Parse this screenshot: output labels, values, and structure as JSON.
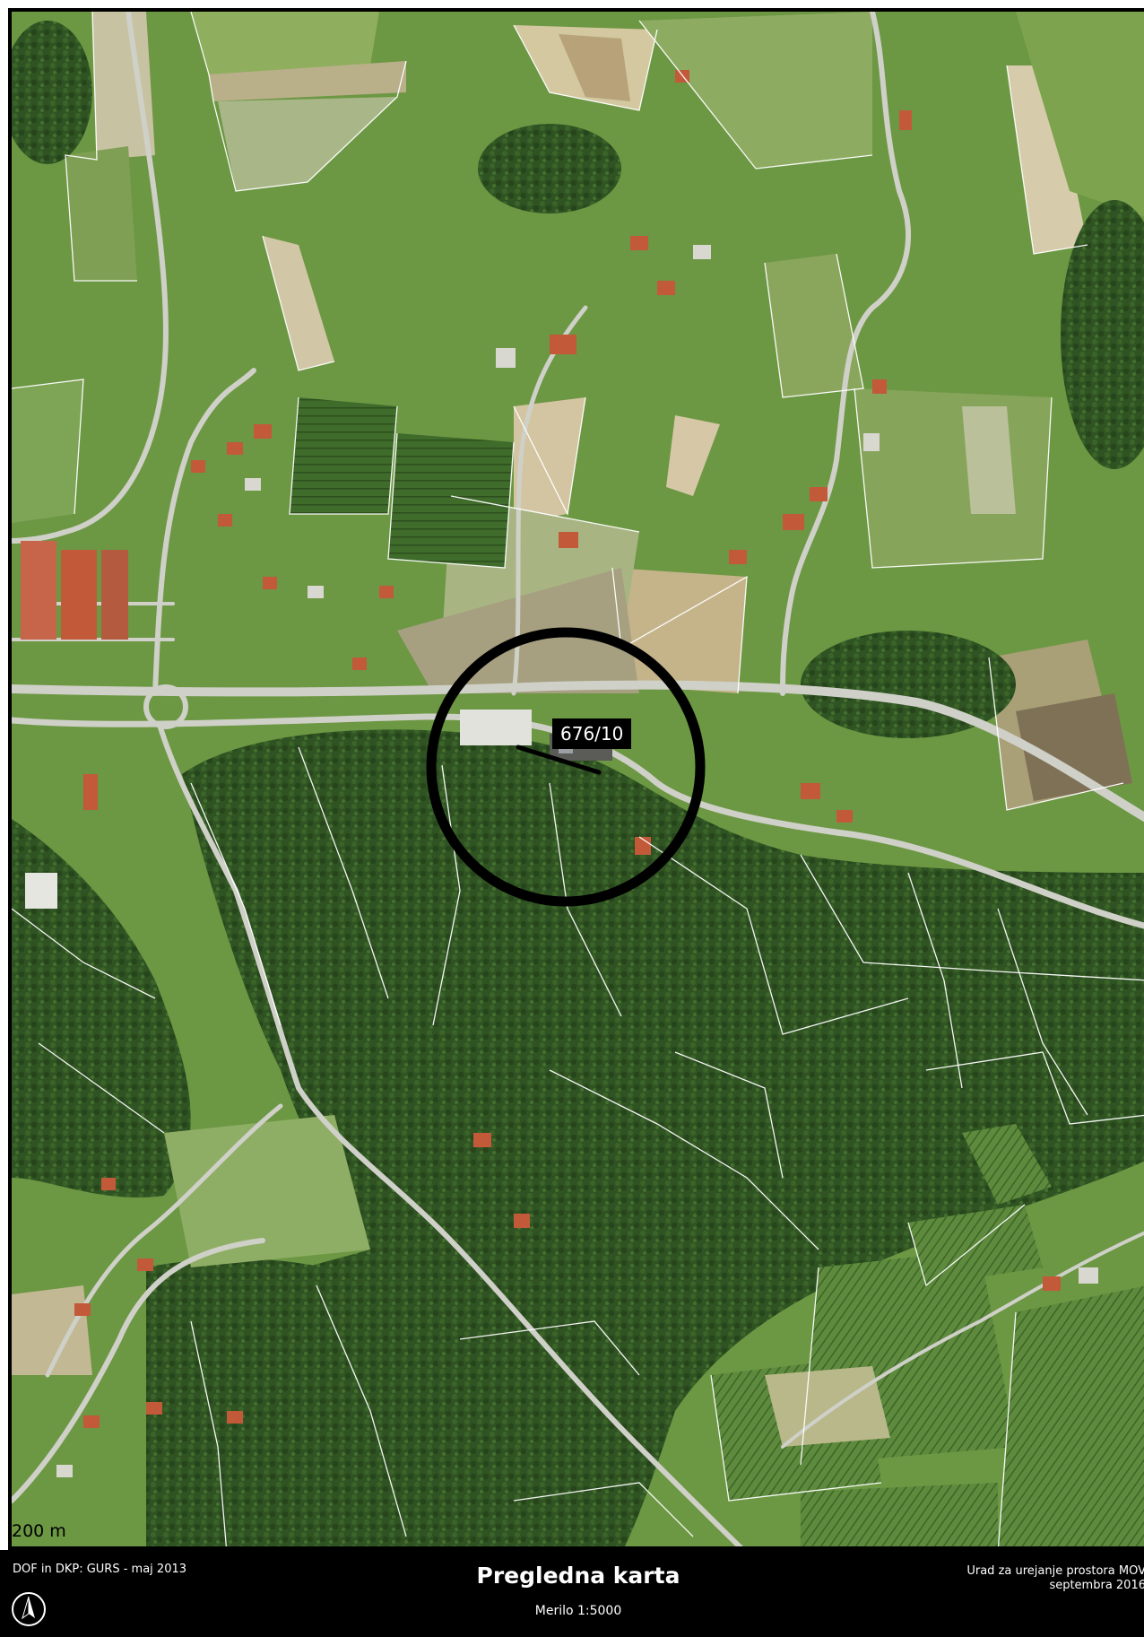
{
  "map": {
    "parcel_label": "676/10",
    "scale_bar_label": "200 m",
    "colors": {
      "forest": "#2f5322",
      "meadow": "#6f9a45",
      "field_light": "#b9b08a",
      "road": "#c9cbc4",
      "parcel_line": "#ffffff",
      "marker": "#000000",
      "roof": "#c25a3a"
    }
  },
  "footer": {
    "source": "DOF in DKP: GURS - maj 2013",
    "title": "Pregledna karta",
    "scale": "Merilo 1:5000",
    "office_line1": "Urad za urejanje prostora MOV",
    "office_line2": "septembra 2016",
    "north_icon": "north-arrow-icon"
  }
}
